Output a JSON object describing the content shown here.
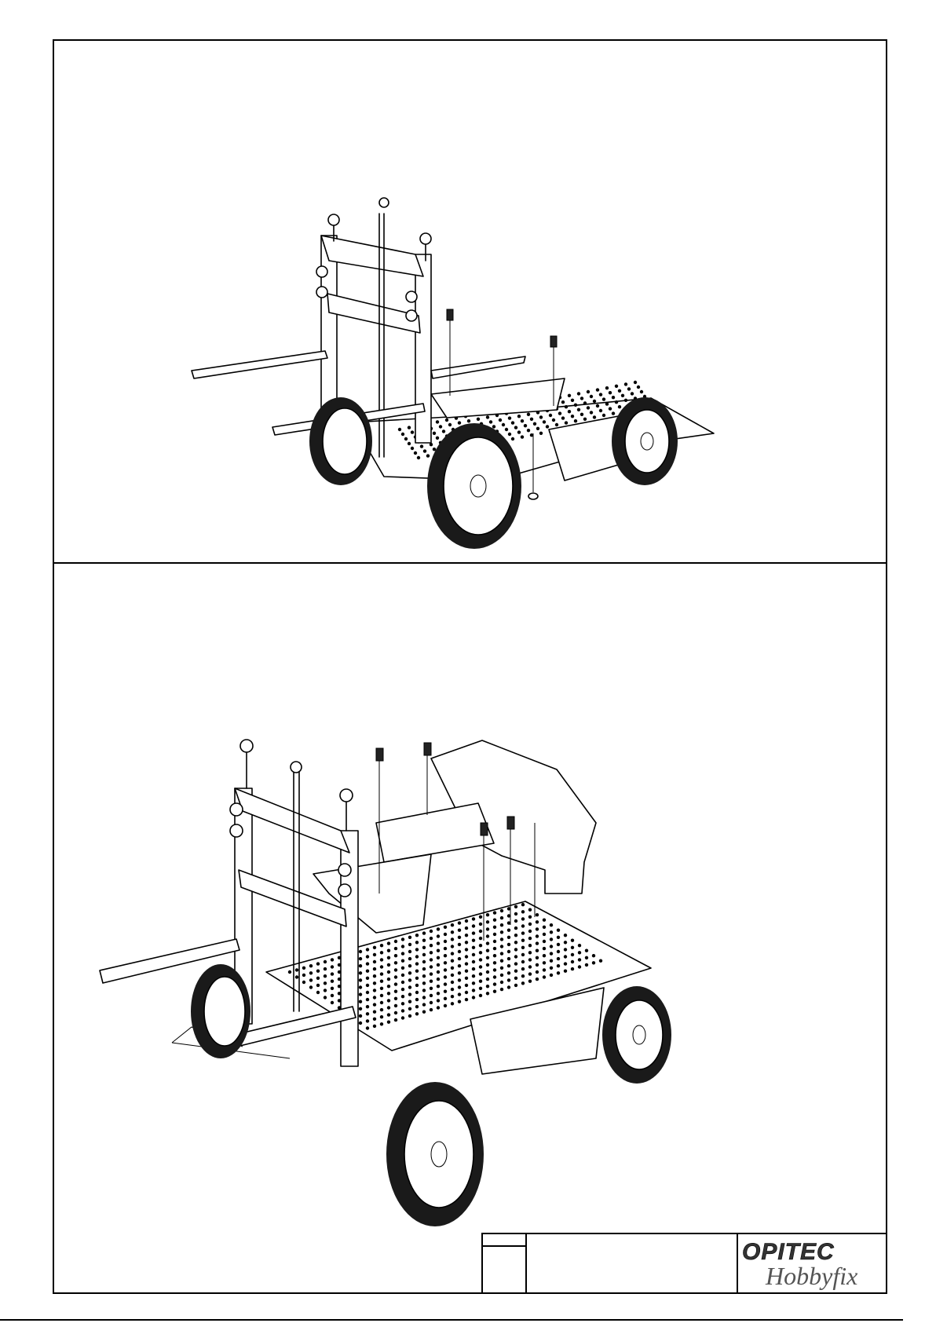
{
  "logo": {
    "brand": "OPITEC",
    "script": "Hobbyfix"
  },
  "colors": {
    "ink": "#000000",
    "paper": "#ffffff",
    "tire": "#1a1a1a"
  },
  "steps": [
    {
      "id": "step-1",
      "illustration": "forklift-chassis-with-mast-exploded-screws"
    },
    {
      "id": "step-2",
      "illustration": "forklift-with-cab-body-exploded-screws"
    }
  ]
}
